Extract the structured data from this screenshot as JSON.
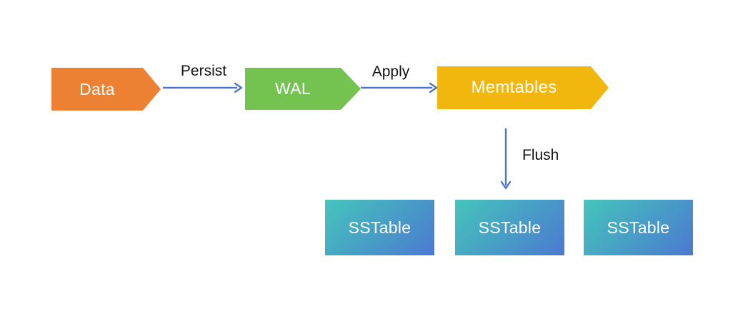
{
  "colors": {
    "background": "#FFFFFF",
    "arrow": "#4A74CE",
    "edge_label_text": "#111111",
    "node_text": "#FFFFFF"
  },
  "nodes": {
    "data": {
      "label": "Data",
      "color": "#EC8033"
    },
    "wal": {
      "label": "WAL",
      "color": "#74C250"
    },
    "memtables": {
      "label": "Memtables",
      "color": "#F2B70E"
    }
  },
  "edges": {
    "persist": {
      "label": "Persist"
    },
    "apply": {
      "label": "Apply"
    },
    "flush": {
      "label": "Flush"
    }
  },
  "sstables": {
    "gradient_from": "#45C5BB",
    "gradient_to": "#4B79D1",
    "items": [
      {
        "label": "SSTable"
      },
      {
        "label": "SSTable"
      },
      {
        "label": "SSTable"
      }
    ]
  }
}
